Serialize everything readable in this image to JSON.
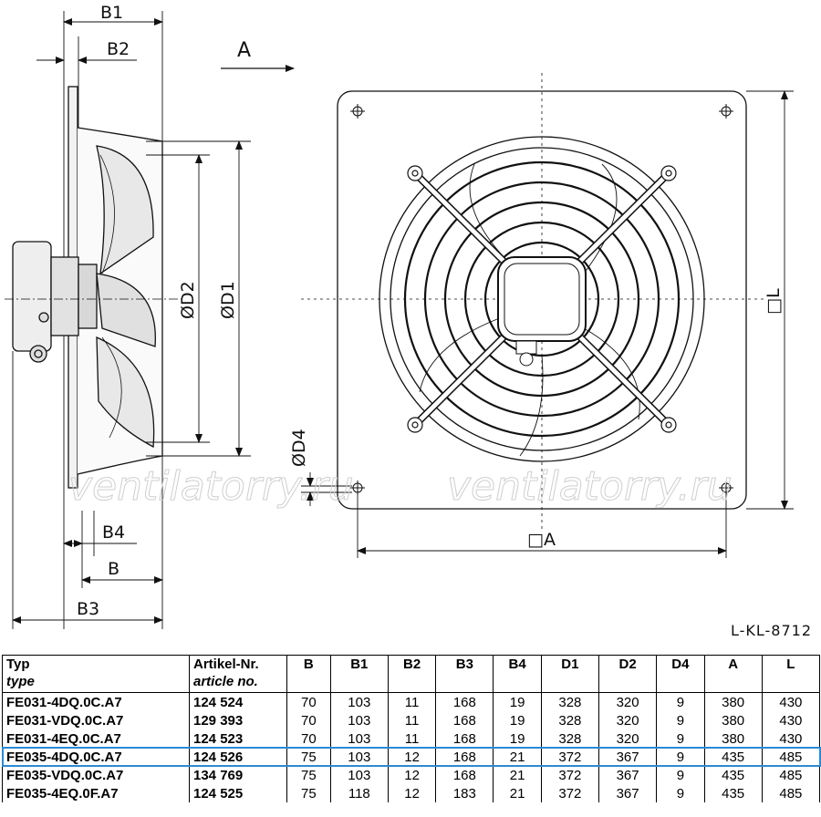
{
  "view_label": "A",
  "dimensions": {
    "B1": "B1",
    "B2": "B2",
    "B3": "B3",
    "B4": "B4",
    "B": "B",
    "D1": "ØD1",
    "D2": "ØD2",
    "D4": "ØD4",
    "A": "□A",
    "L": "□L"
  },
  "watermark": "ventilatorry.ru",
  "drawing_code": "L-KL-8712",
  "table": {
    "headers": {
      "typ": "Typ",
      "typ_en": "type",
      "art": "Artikel-Nr.",
      "art_en": "article no.",
      "cols": [
        "B",
        "B1",
        "B2",
        "B3",
        "B4",
        "D1",
        "D2",
        "D4",
        "A",
        "L"
      ]
    },
    "rows": [
      {
        "typ": "FE031-4DQ.0C.A7",
        "art": "124 524",
        "vals": [
          "70",
          "103",
          "11",
          "168",
          "19",
          "328",
          "320",
          "9",
          "380",
          "430"
        ],
        "highlight": false
      },
      {
        "typ": "FE031-VDQ.0C.A7",
        "art": "129 393",
        "vals": [
          "70",
          "103",
          "11",
          "168",
          "19",
          "328",
          "320",
          "9",
          "380",
          "430"
        ],
        "highlight": false
      },
      {
        "typ": "FE031-4EQ.0C.A7",
        "art": "124 523",
        "vals": [
          "70",
          "103",
          "11",
          "168",
          "19",
          "328",
          "320",
          "9",
          "380",
          "430"
        ],
        "highlight": false
      },
      {
        "typ": "FE035-4DQ.0C.A7",
        "art": "124 526",
        "vals": [
          "75",
          "103",
          "12",
          "168",
          "21",
          "372",
          "367",
          "9",
          "435",
          "485"
        ],
        "highlight": true
      },
      {
        "typ": "FE035-VDQ.0C.A7",
        "art": "134 769",
        "vals": [
          "75",
          "103",
          "12",
          "168",
          "21",
          "372",
          "367",
          "9",
          "435",
          "485"
        ],
        "highlight": false
      },
      {
        "typ": "FE035-4EQ.0F.A7",
        "art": "124 525",
        "vals": [
          "75",
          "118",
          "12",
          "183",
          "21",
          "372",
          "367",
          "9",
          "435",
          "485"
        ],
        "highlight": false
      }
    ]
  }
}
